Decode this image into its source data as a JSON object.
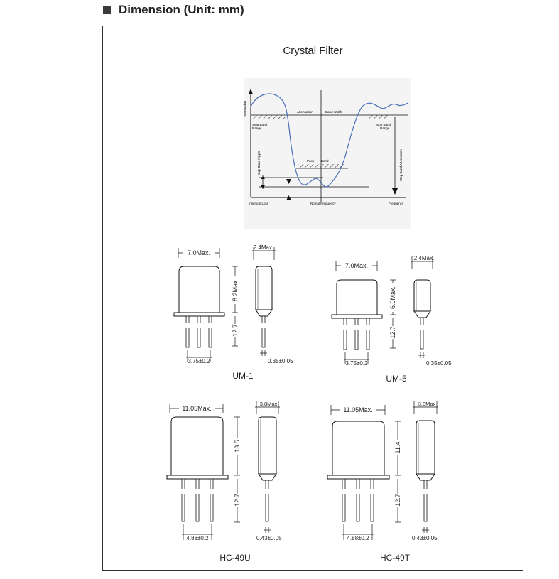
{
  "heading": {
    "text": "Dimension (Unit: mm)"
  },
  "frame": {
    "title": "Crystal Filter"
  },
  "filter_diagram": {
    "y_axis_label": "Attenuation",
    "x_axis_label": "Frequency",
    "attenuation_band_width": "Attenuation",
    "band_width": "Band Width",
    "stop_band_range_left_1": "Stop Band",
    "stop_band_range_left_2": "Range",
    "stop_band_range_right_1": "Stop Band",
    "stop_band_range_right_2": "Range",
    "stop_band_attenuation": "Stop Band Attenuation",
    "stop_band_ripple": "Stop Band Ripple",
    "pass_band_1": "Pass",
    "pass_band_2": "Band",
    "insertion_loss": "Insertion Loss",
    "nominal_frequency": "Nomal Frequency"
  },
  "packages": {
    "um1": {
      "name": "UM-1",
      "width": "7.0Max.",
      "side_width": "2.4Max.",
      "height": "8.2Max.",
      "lead_length": "12.7",
      "pitch": "3.75±0.2",
      "lead_dia": "0.35±0.05"
    },
    "um5": {
      "name": "UM-5",
      "width": "7.0Max.",
      "side_width": "2.4Max.",
      "height": "6.0Max.",
      "lead_length": "12.7",
      "pitch": "3.75±0.2",
      "lead_dia": "0.35±0.05"
    },
    "hc49u": {
      "name": "HC-49U",
      "width": "11.05Max.",
      "side_width": "3.8Max",
      "height": "13.5",
      "lead_length": "12.7",
      "pitch": "4.88±0.2",
      "lead_dia": "0.43±0.05"
    },
    "hc49t": {
      "name": "HC-49T",
      "width": "11.05Max.",
      "side_width": "3.8Max",
      "height": "11.4",
      "lead_length": "12.7",
      "pitch": "4.88±0.2",
      "lead_dia": "0.43±0.05"
    }
  }
}
